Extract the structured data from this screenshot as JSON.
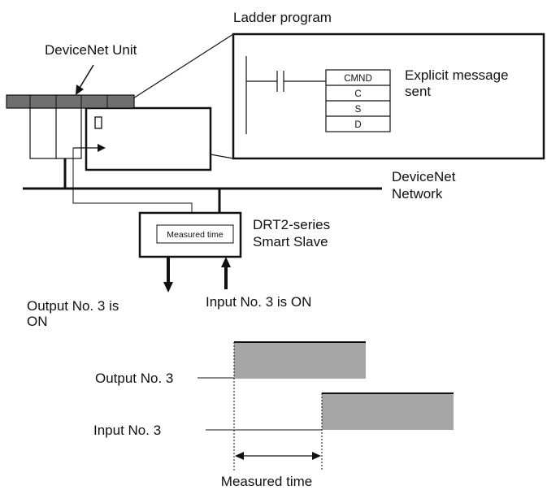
{
  "labels": {
    "ladder_program": "Ladder program",
    "devicenet_unit": "DeviceNet Unit",
    "explicit_message_line1": "Explicit message",
    "explicit_message_line2": "sent",
    "devicenet_network_line1": "DeviceNet",
    "devicenet_network_line2": "Network",
    "slave_line1": "DRT2-series",
    "slave_line2": "Smart Slave",
    "measured_time_box": "Measured time",
    "output_on_line1": "Output No. 3 is",
    "output_on_line2": "ON",
    "input_on": "Input No. 3 is ON",
    "timing_output": "Output No. 3",
    "timing_input": "Input No. 3",
    "timing_measured": "Measured time"
  },
  "instruction": {
    "name": "CMND",
    "operands": [
      "C",
      "S",
      "D"
    ]
  },
  "colors": {
    "plc_bar": "#6f6f6f",
    "signal_fill": "#a6a6a6",
    "line": "#111111"
  }
}
